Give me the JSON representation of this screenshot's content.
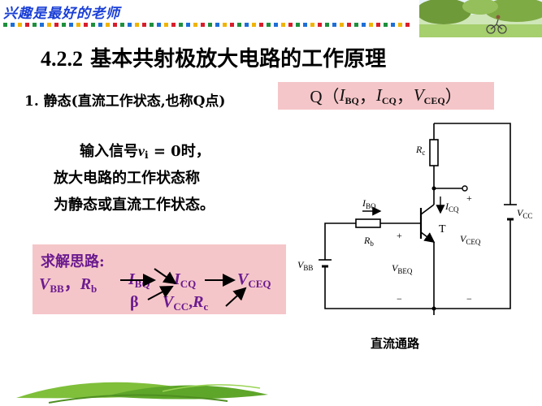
{
  "header": {
    "motto": "兴趣是最好的老师"
  },
  "heading": {
    "section_number": "4.2.2",
    "title": "基本共射极放大电路的工作原理"
  },
  "static": {
    "label": "1. 静态(直流工作状态,也称Q点)",
    "q_point": {
      "prefix": "Q（",
      "sep": "，",
      "suffix": "）",
      "items": [
        {
          "sym": "I",
          "sub": "BQ"
        },
        {
          "sym": "I",
          "sub": "CQ"
        },
        {
          "sym": "V",
          "sub": "CEQ"
        }
      ]
    }
  },
  "description": {
    "line1_prefix": "输入信号",
    "line1_var": "v",
    "line1_sub": "i",
    "line1_suffix": " = 0时，",
    "line2": "放大电路的工作状态称",
    "line3": "为静态或直流工作状态。"
  },
  "solution": {
    "title": "求解思路:",
    "vbb": {
      "sym": "V",
      "sub": "BB"
    },
    "comma": "，",
    "rb": {
      "sym": "R",
      "sub": "b"
    },
    "ibq": {
      "sym": "I",
      "sub": "BQ"
    },
    "icq": {
      "sym": "I",
      "sub": "CQ"
    },
    "vceq": {
      "sym": "V",
      "sub": "CEQ"
    },
    "beta": "β",
    "vcc": {
      "sym": "V",
      "sub": "CC"
    },
    "rc": {
      "sym": "R",
      "sub": "c"
    }
  },
  "circuit": {
    "rc": {
      "sym": "R",
      "sub": "c"
    },
    "ibq": {
      "sym": "I",
      "sub": "BQ"
    },
    "icq": {
      "sym": "I",
      "sub": "CQ"
    },
    "rb": {
      "sym": "R",
      "sub": "b"
    },
    "transistor": "T",
    "vceq": {
      "sym": "V",
      "sub": "CEQ"
    },
    "vbeq": {
      "sym": "V",
      "sub": "BEQ"
    },
    "vbb": {
      "sym": "V",
      "sub": "BB"
    },
    "vcc": {
      "sym": "V",
      "sub": "CC"
    },
    "plus": "+",
    "minus": "−",
    "caption": "直流通路"
  }
}
